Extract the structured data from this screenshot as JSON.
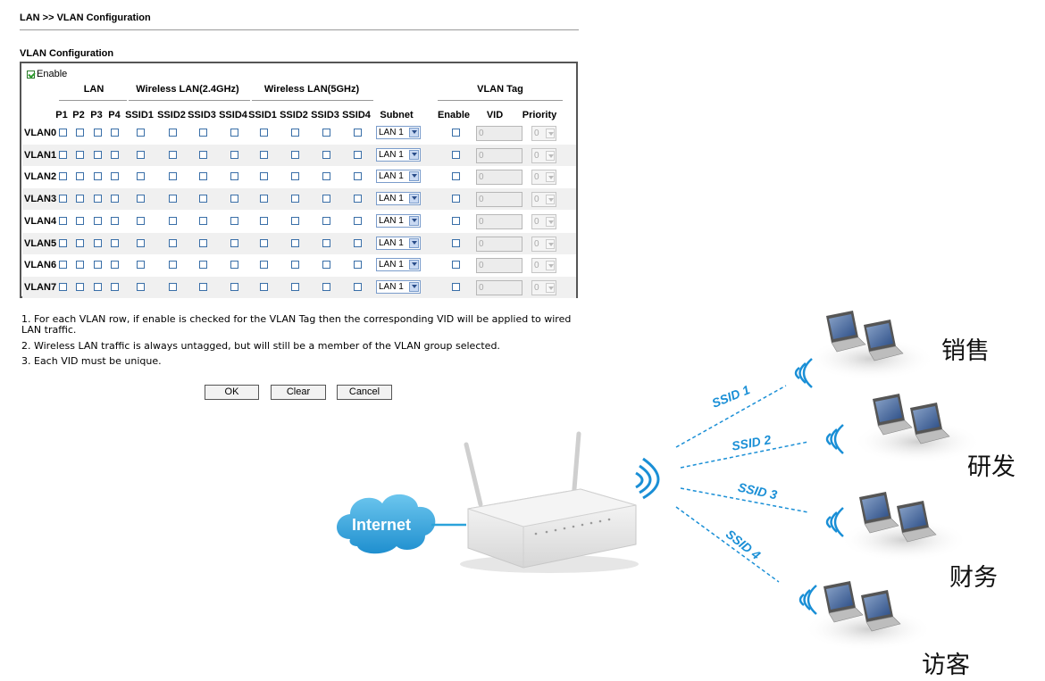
{
  "breadcrumb": "LAN >> VLAN Configuration",
  "section_title": "VLAN Configuration",
  "enable_label": "Enable",
  "groups": {
    "lan": "LAN",
    "wlan24": "Wireless LAN(2.4GHz)",
    "wlan5": "Wireless LAN(5GHz)",
    "vlantag": "VLAN Tag"
  },
  "columns": [
    "P1",
    "P2",
    "P3",
    "P4",
    "SSID1",
    "SSID2",
    "SSID3",
    "SSID4",
    "SSID1",
    "SSID2",
    "SSID3",
    "SSID4",
    "Subnet",
    "Enable",
    "VID",
    "Priority"
  ],
  "rows": [
    {
      "label": "VLAN0",
      "subnet": "LAN 1",
      "vid": "0",
      "priority": "0"
    },
    {
      "label": "VLAN1",
      "subnet": "LAN 1",
      "vid": "0",
      "priority": "0"
    },
    {
      "label": "VLAN2",
      "subnet": "LAN 1",
      "vid": "0",
      "priority": "0"
    },
    {
      "label": "VLAN3",
      "subnet": "LAN 1",
      "vid": "0",
      "priority": "0"
    },
    {
      "label": "VLAN4",
      "subnet": "LAN 1",
      "vid": "0",
      "priority": "0"
    },
    {
      "label": "VLAN5",
      "subnet": "LAN 1",
      "vid": "0",
      "priority": "0"
    },
    {
      "label": "VLAN6",
      "subnet": "LAN 1",
      "vid": "0",
      "priority": "0"
    },
    {
      "label": "VLAN7",
      "subnet": "LAN 1",
      "vid": "0",
      "priority": "0"
    }
  ],
  "notes": [
    "1. For each VLAN row, if enable is checked for the VLAN Tag then the corresponding VID will be applied to wired LAN traffic.",
    "2. Wireless LAN traffic is always untagged, but will still be a member of the VLAN group selected.",
    "3. Each VID must be unique."
  ],
  "buttons": {
    "ok": "OK",
    "clear": "Clear",
    "cancel": "Cancel"
  },
  "diagram": {
    "internet_label": "Internet",
    "ssids": [
      "SSID 1",
      "SSID 2",
      "SSID 3",
      "SSID 4"
    ],
    "groups": [
      "销售",
      "研发",
      "财务",
      "访客"
    ],
    "colors": {
      "accent": "#1a8fd6",
      "cloud": "#3aa9de"
    }
  }
}
